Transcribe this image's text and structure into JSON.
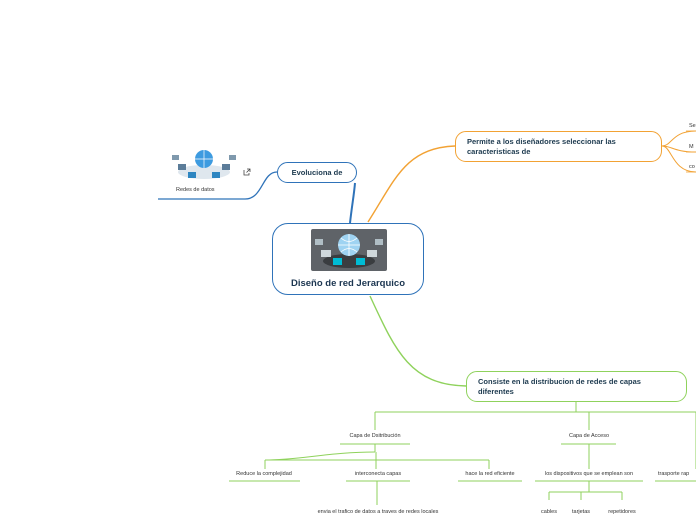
{
  "central": {
    "title": "Diseño de red Jerarquico",
    "image_icon": "network-globe-icon"
  },
  "evoluciona": {
    "label": "Evoluciona de",
    "child_label": "Redes de datos",
    "child_image_icon": "network-globe-icon",
    "link_icon": "external-link-icon"
  },
  "permite": {
    "label": "Permite a los diseñadores seleccionar las caracteristicas de",
    "children": [
      "Se",
      "M",
      "co"
    ]
  },
  "consiste": {
    "label": "Consiste en la distribucion de redes de capas diferentes",
    "children": [
      {
        "label": "Capa de Dsitribución",
        "children": [
          {
            "label": "Reduce la complejidad"
          },
          {
            "label": "interconecta capas",
            "children": [
              "envia el trafico de datos a traves de redes locales"
            ]
          },
          {
            "label": "hace la red eficiente"
          }
        ]
      },
      {
        "label": "Capa de Acceso",
        "children": [
          {
            "label": "los dispositivos que se emplean son",
            "children": [
              "cables",
              "tarjetas",
              "repetidores"
            ]
          }
        ]
      },
      {
        "label": "trasporte rap"
      }
    ]
  },
  "colors": {
    "blue": "#2f73b9",
    "orange": "#f2a234",
    "green": "#8fd25c",
    "text": "#1d3a4f"
  }
}
